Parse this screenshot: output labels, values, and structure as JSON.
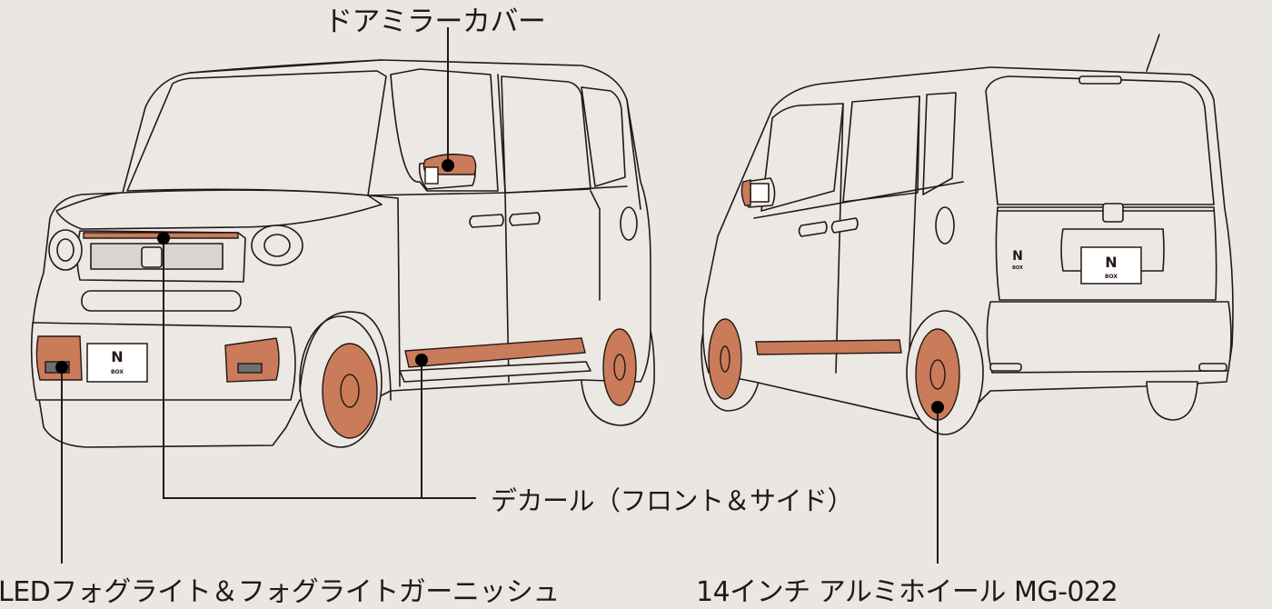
{
  "colors": {
    "background": "#eae6e2",
    "line": "#231815",
    "car_fill": "#ece8e4",
    "accessory": "#c97b5a"
  },
  "callouts": {
    "door_mirror_cover": "ドアミラーカバー",
    "decal": "デカール（フロント＆サイド）",
    "fog_light": "LEDフォグライト＆フォグライトガーニッシュ",
    "wheel": "14インチ アルミホイール MG-022"
  },
  "badges": {
    "front_plate": "N",
    "front_plate_sub": "BOX",
    "rear_plate": "N",
    "rear_plate_sub": "BOX",
    "rear_emblem": "N",
    "rear_emblem_sub": "BOX"
  }
}
